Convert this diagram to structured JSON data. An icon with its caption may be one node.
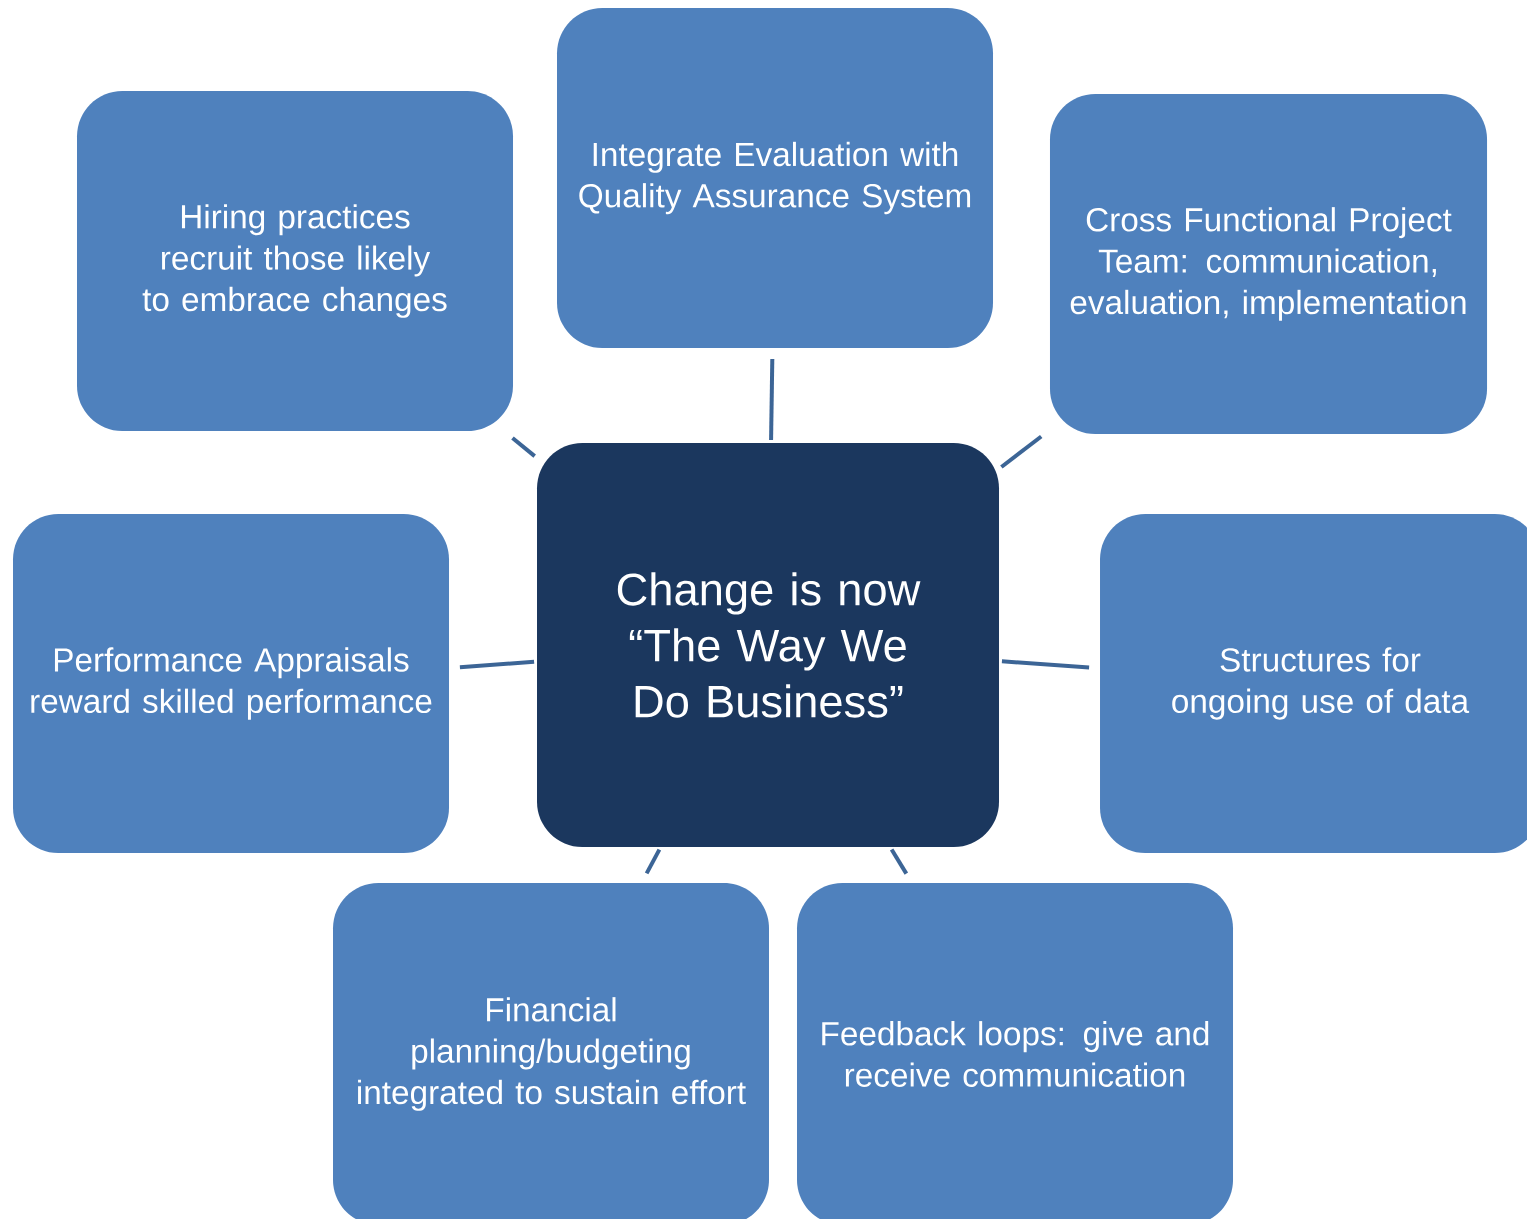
{
  "diagram": {
    "nodes": [
      {
        "text": [
          "Integrate Evaluation with Quality Assurance System"
        ]
      },
      {
        "text": [
          "Hiring practices recruit those likely to embrace changes"
        ]
      },
      {
        "text": [
          "Cross Functional Project Team: communication, evaluation, implementation"
        ]
      },
      {
        "text": [
          "Change is now “The Way We Do Business”"
        ]
      },
      {
        "text": [
          "Performance Appraisals reward skilled performance"
        ]
      },
      {
        "text": [
          "Structures for ongoing use of data"
        ]
      },
      {
        "text": [
          "Financial planning/budgeting integrated to sustain effort"
        ]
      },
      {
        "text": [
          "Feedback loops: give and receive communication"
        ]
      }
    ],
    "edges": [
      {
        "from": 3,
        "to": 0,
        "arrow": "none"
      },
      {
        "from": 3,
        "to": 1,
        "arrow": "none"
      },
      {
        "from": 3,
        "to": 2,
        "arrow": "none"
      },
      {
        "from": 3,
        "to": 4,
        "arrow": "none"
      },
      {
        "from": 3,
        "to": 5,
        "arrow": "none"
      },
      {
        "from": 3,
        "to": 6,
        "arrow": "none"
      },
      {
        "from": 3,
        "to": 7,
        "arrow": "none"
      }
    ]
  }
}
